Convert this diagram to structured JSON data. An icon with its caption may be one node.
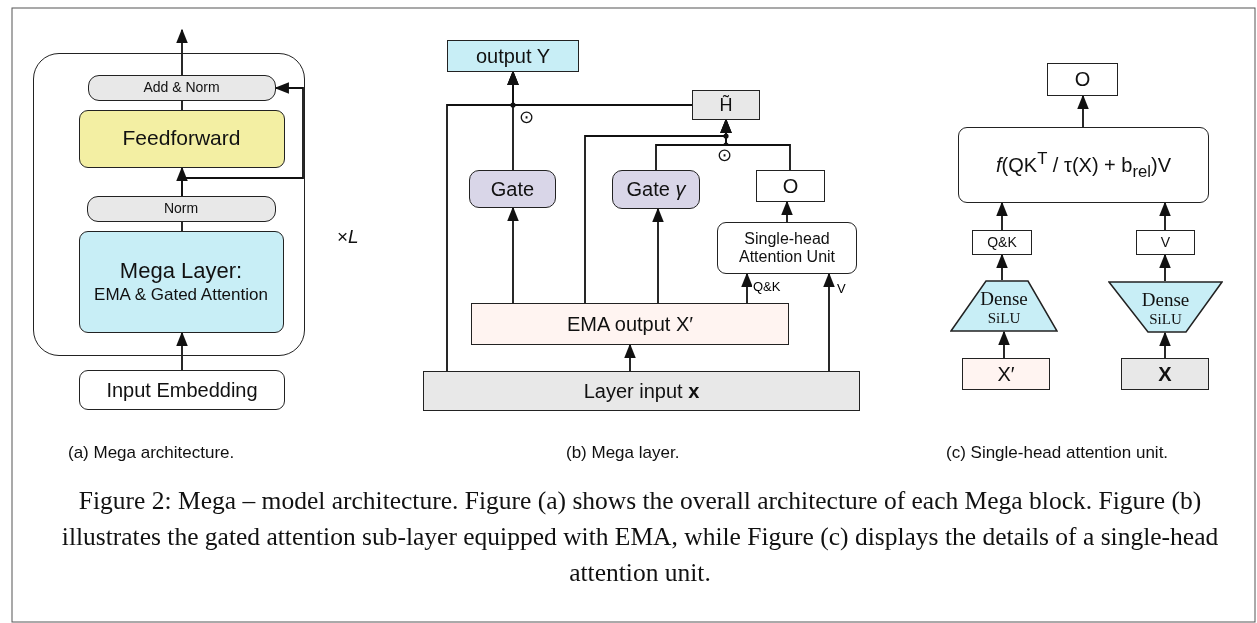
{
  "diagram": {
    "caption": "Figure 2: Mega – model architecture. Figure (a) shows the overall architecture of each Mega block. Figure (b) illustrates the gated attention sub-layer equipped with EMA, while Figure (c) displays the details of a single-head attention unit.",
    "nodes": [
      {
        "text": [],
        "shape": "box",
        "beside": [
          "×*L*"
        ]
      },
      {
        "text": [
          "Add & Norm"
        ],
        "in": 0
      },
      {
        "text": [
          "Feedforward"
        ],
        "in": 0
      },
      {
        "text": [
          "Norm"
        ],
        "in": 0
      },
      {
        "text": [
          "Mega Layer:",
          "EMA & Gated Attention"
        ],
        "in": 0
      },
      {
        "text": [
          "Input Embedding"
        ]
      },
      {
        "text": [
          "output Y"
        ]
      },
      {
        "text": [
          "H̃"
        ]
      },
      {
        "text": [
          "Gate"
        ]
      },
      {
        "text": [
          "Gate *γ*"
        ]
      },
      {
        "text": [
          "O"
        ]
      },
      {
        "text": [
          "Single-head Attention Unit"
        ]
      },
      {
        "text": [
          "EMA output X′"
        ]
      },
      {
        "text": [
          "Layer input **x**"
        ]
      },
      {
        "text": [
          "O"
        ]
      },
      {
        "text": [
          "*f*(QK$^{T}$ / τ(X) + b$_{rel}$)V"
        ]
      },
      {
        "text": [
          "Q&K"
        ]
      },
      {
        "text": [
          "V"
        ]
      },
      {
        "text": [
          "Dense",
          "SiLU"
        ]
      },
      {
        "text": [
          "Dense",
          "SiLU"
        ]
      },
      {
        "text": [
          "X′"
        ]
      },
      {
        "text": [
          "**X**"
        ]
      }
    ],
    "edges": [
      {
        "from": 5,
        "to": 4,
        "arrow": "to"
      },
      {
        "from": 4,
        "to": 3,
        "arrow": "none"
      },
      {
        "from": 3,
        "to": 2,
        "arrow": "to"
      },
      {
        "from": 3,
        "to": 1,
        "arrow": "to"
      },
      {
        "from": 2,
        "to": 1,
        "arrow": "none"
      },
      {
        "from": 1,
        "to": null,
        "arrow": "to"
      },
      {
        "from": 13,
        "to": 12,
        "arrow": "to"
      },
      {
        "from": 12,
        "to": 8,
        "arrow": "to"
      },
      {
        "from": 12,
        "to": 9,
        "arrow": "to"
      },
      {
        "from": 12,
        "to": 11,
        "arrow": "to",
        "label": "Q&K"
      },
      {
        "from": 13,
        "to": 11,
        "arrow": "to",
        "label": "V"
      },
      {
        "from": 11,
        "to": 10,
        "arrow": "to"
      },
      {
        "from": 12,
        "to": 7,
        "arrow": "to"
      },
      {
        "from": 9,
        "to": 7,
        "arrow": "to"
      },
      {
        "from": 10,
        "to": 7,
        "arrow": "to"
      },
      {
        "from": 8,
        "to": 6,
        "arrow": "to"
      },
      {
        "from": 7,
        "to": 6,
        "arrow": "to"
      },
      {
        "from": 13,
        "to": 6,
        "arrow": "to"
      },
      {
        "from": 20,
        "to": 18,
        "arrow": "to"
      },
      {
        "from": 21,
        "to": 19,
        "arrow": "to"
      },
      {
        "from": 18,
        "to": 16,
        "arrow": "to"
      },
      {
        "from": 19,
        "to": 17,
        "arrow": "to"
      },
      {
        "from": 16,
        "to": 15,
        "arrow": "to"
      },
      {
        "from": 17,
        "to": 15,
        "arrow": "to"
      },
      {
        "from": 15,
        "to": 14,
        "arrow": "to"
      }
    ],
    "labels": [
      "⊙",
      "⊙",
      "(a) Mega architecture.",
      "(b) Mega layer.",
      "(c) Single-head attention unit."
    ]
  }
}
